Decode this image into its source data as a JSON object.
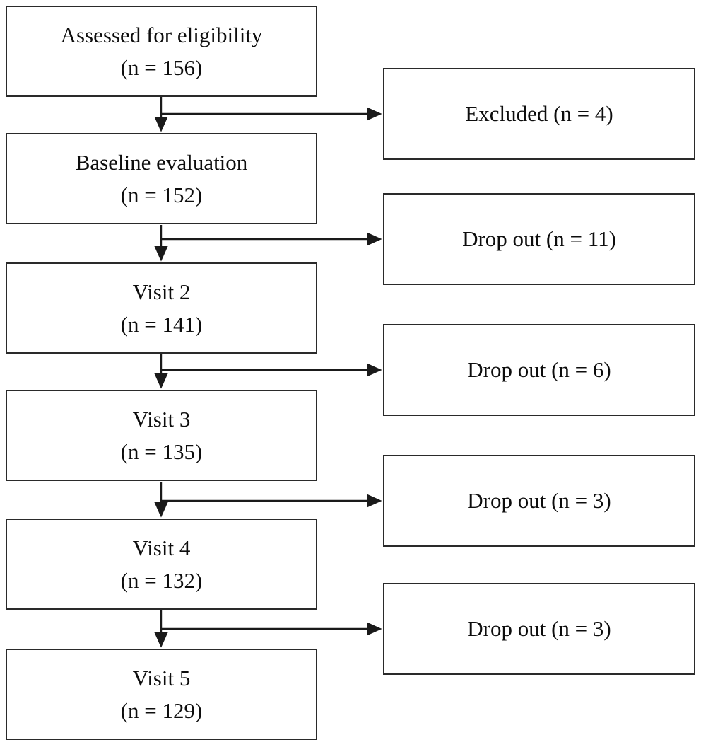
{
  "diagram": {
    "type": "flowchart",
    "main_boxes": [
      {
        "label": "Assessed for eligibility",
        "n": "(n = 156)"
      },
      {
        "label": "Baseline evaluation",
        "n": "(n = 152)"
      },
      {
        "label": "Visit 2",
        "n": "(n = 141)"
      },
      {
        "label": "Visit 3",
        "n": "(n = 135)"
      },
      {
        "label": "Visit 4",
        "n": "(n = 132)"
      },
      {
        "label": "Visit 5",
        "n": "(n = 129)"
      }
    ],
    "side_boxes": [
      {
        "label": "Excluded (n = 4)"
      },
      {
        "label": "Drop out (n = 11)"
      },
      {
        "label": "Drop out (n = 6)"
      },
      {
        "label": "Drop out (n = 3)"
      },
      {
        "label": "Drop out (n = 3)"
      }
    ],
    "colors": {
      "border": "#2a2a2a",
      "line": "#1a1a1a",
      "text": "#0d0d0d",
      "background": "#ffffff"
    }
  }
}
